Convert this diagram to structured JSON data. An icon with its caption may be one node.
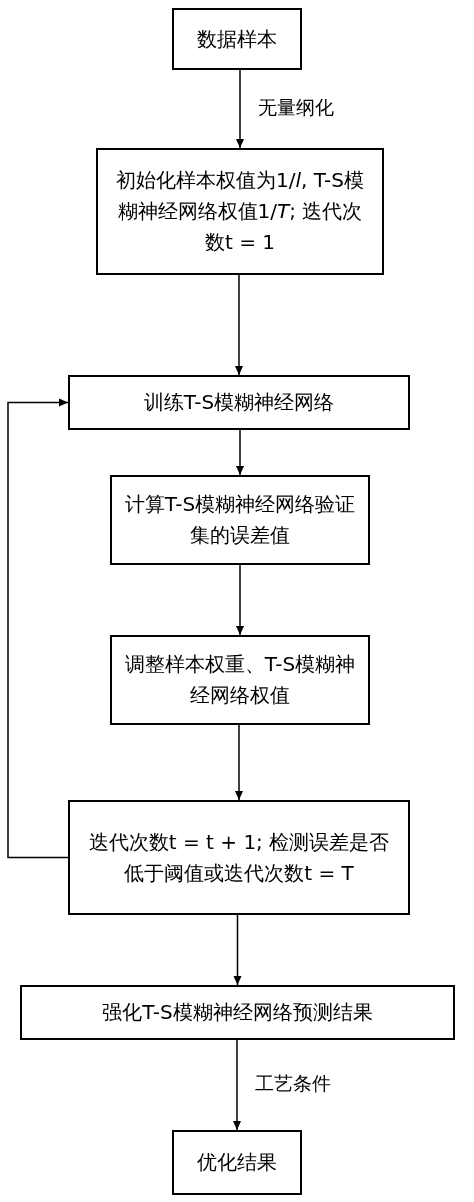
{
  "diagram": {
    "nodes": [
      {
        "text": [
          "数据样本"
        ]
      },
      {
        "text": [
          "初始化样本权值为1/*l*, T-S模糊神经网络权值1/*T*; 迭代次数t = 1"
        ]
      },
      {
        "text": [
          "训练T-S模糊神经网络"
        ]
      },
      {
        "text": [
          "计算T-S模糊神经网络验证集的误差值"
        ]
      },
      {
        "text": [
          "调整样本权重、T-S模糊神经网络权值"
        ]
      },
      {
        "text": [
          "迭代次数t = t + 1; 检测误差是否低于阈值或迭代次数t = T"
        ]
      },
      {
        "text": [
          "强化T-S模糊神经网络预测结果"
        ]
      },
      {
        "text": [
          "优化结果"
        ]
      }
    ],
    "edges": [
      {
        "from": 0,
        "to": 1,
        "arrow": "to",
        "label": "无量纲化"
      },
      {
        "from": 1,
        "to": 2,
        "arrow": "to"
      },
      {
        "from": 2,
        "to": 3,
        "arrow": "to"
      },
      {
        "from": 3,
        "to": 4,
        "arrow": "to"
      },
      {
        "from": 4,
        "to": 5,
        "arrow": "to"
      },
      {
        "from": 5,
        "to": 2,
        "arrow": "to"
      },
      {
        "from": 5,
        "to": 6,
        "arrow": "to"
      },
      {
        "from": 6,
        "to": 7,
        "arrow": "to",
        "label": "工艺条件"
      }
    ]
  }
}
